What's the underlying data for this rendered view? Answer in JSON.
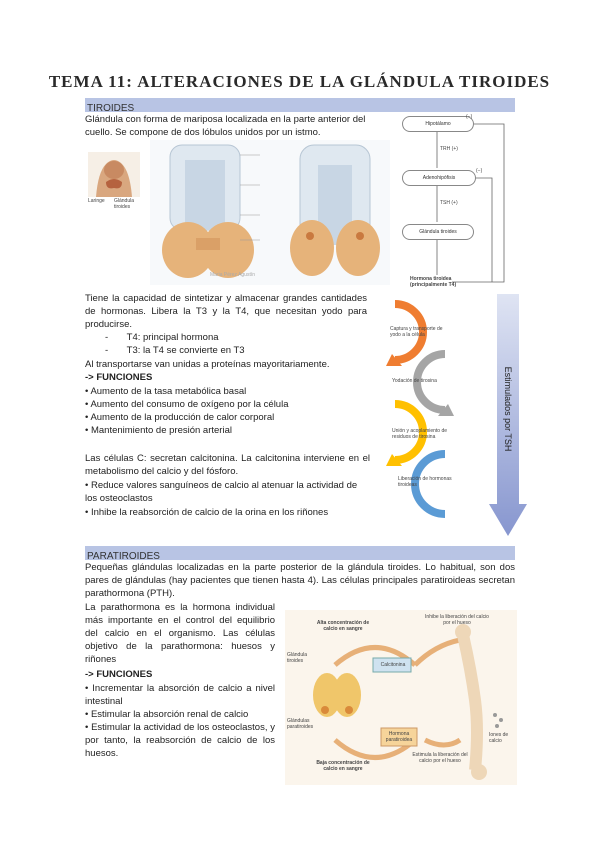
{
  "title": "TEMA 11: ALTERACIONES DE LA GLÁNDULA TIROIDES",
  "tiroides": {
    "heading": "TIROIDES",
    "intro_line1": "Glándula con forma de mariposa localizada en la parte anterior del",
    "intro_line2": "cuello. Se compone de dos lóbulos unidos por un istmo.",
    "fig_caption_left1": "Laringe",
    "fig_caption_left2": "Glándula tiroides",
    "watermark": "Maria Pérez Agustín",
    "p1": "Tiene la capacidad de sintetizar y almacenar grandes cantidades de hormonas. Libera la T3 y la T4, que necesitan yodo para producirse.",
    "list": [
      "T4: principal hormona",
      "T3: la T4 se convierte en T3"
    ],
    "p2": "Al transportarse van unidas a proteínas mayoritariamente.",
    "funciones_label": "-> FUNCIONES",
    "funciones": [
      "• Aumento de la tasa metabólica basal",
      "• Aumento del consumo de oxígeno por la célula",
      "• Aumento de la producción de calor corporal",
      "• Mantenimiento de presión arterial"
    ],
    "p3": "Las células C: secretan calcitonina. La calcitonina interviene en el metabolismo del calcio y del fósforo.",
    "funciones2": [
      "• Reduce valores sanguíneos de calcio al atenuar la actividad de los osteoclastos",
      "• Inhibe la reabsorción de calcio de la orina en los riñones"
    ]
  },
  "flowchart": {
    "box1": "Hipotálamo",
    "arrow1": "TRH (+)",
    "box2": "Adenohipófisis",
    "arrow2": "TSH (+)",
    "box3": "Glándula tiroides",
    "box4": "Hormona tiroidea (principalmente T4)",
    "feedback1": "(−)",
    "feedback2": "(−)"
  },
  "cycle": {
    "side_label": "Estimulados por TSH",
    "steps": [
      "Captura y transporte de yodo a la célula",
      "Yodación de tirosina",
      "Unión y acoplamiento de residuos de tirosina",
      "Liberación de hormonas tiroideas"
    ]
  },
  "paratiroides": {
    "heading": "PARATIROIDES",
    "p1": "Pequeñas glándulas localizadas en la parte posterior de la glándula tiroides. Lo habitual, son dos pares de glándulas (hay pacientes que tienen hasta 4). Las células principales paratiroideas secretan parathormona (PTH).",
    "p2": "La parathormona es la hormona individual más importante en el control del equilibrio del calcio en el organismo. Las células objetivo de la parathormona: huesos y riñones",
    "funciones_label": "-> FUNCIONES",
    "funciones": [
      "• Incrementar la absorción de calcio a nivel intestinal",
      "• Estimular la absorción renal de calcio",
      "• Estimular la actividad de los osteoclastos, y por tanto, la reabsorción de calcio de los huesos."
    ],
    "fig": {
      "alta": "Alta concentración de calcio en sangre",
      "baja": "Baja concentración de calcio en sangre",
      "tiroides": "Glándula tiroides",
      "paratiroides": "Glándulas paratiroides",
      "calcitonina": "Calcitonina",
      "hormona_par": "Hormona paratiroidea",
      "inhibe": "Inhibe la liberación del calcio por el hueso",
      "estimula": "Estimula la liberación del calcio por el hueso",
      "iones": "Iones de calcio"
    }
  }
}
